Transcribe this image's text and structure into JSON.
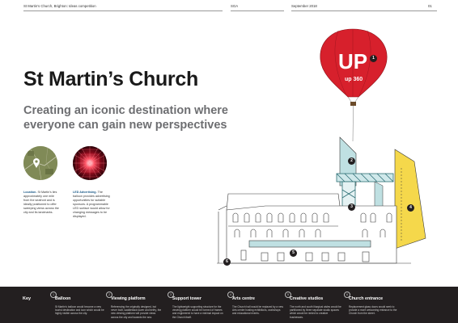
{
  "header": {
    "left": "St Martin's Church, Brighton: Ideas competition",
    "middle": "SGA",
    "right": "September 2018",
    "page": "01"
  },
  "title": "St Martin’s Church",
  "subtitle": "Creating an iconic destination where everyone can gain new perspectives",
  "captions": [
    {
      "label": "Location",
      "text": "St Martin's lies approximately one mile from the seafront and is ideally positioned to offer sweeping views across the city and its landmarks."
    },
    {
      "label": "LED Advertising",
      "text": "The balloon provides advertising opportunities for suitable sponsors. A programmable LED surface would allow for changing messages to be displayed."
    }
  ],
  "balloon": {
    "logo": "UP",
    "sublogo": "up 360"
  },
  "markers": [
    "1",
    "2",
    "3",
    "4",
    "5",
    "6"
  ],
  "colors": {
    "balloon": "#d7202c",
    "teal": "#bfe0e2",
    "yellow": "#f5d84b",
    "footer": "#231f20",
    "caption_label": "#1b5a88"
  },
  "footer": {
    "key": "Key",
    "items": [
      {
        "num": "1",
        "title": "Balloon",
        "text": "St Martin's balloon would become a new tourist destination and icon which would be highly visible across the city."
      },
      {
        "num": "2",
        "title": "Viewing platform",
        "text": "Referencing the originally designed, but never built, saddleback tower and belfry, the new viewing platform will provide views across the city and towards the sea."
      },
      {
        "num": "3",
        "title": "Support tower",
        "text": "The lightweight supporting structure for the viewing platform would be formed of frames and engineered to have a minimal impact on the Church itself."
      },
      {
        "num": "4",
        "title": "Arts centre",
        "text": "The Church hall would be replaced by a new Arts centre hosting exhibitions, workshops and educational events."
      },
      {
        "num": "5",
        "title": "Creative studios",
        "text": "The north and south liturgical aisles would be partitioned by three separate studio spaces which would be rented to creative businesses."
      },
      {
        "num": "6",
        "title": "Church entrance",
        "text": "Replacement glass doors would seek to provide a more welcoming entrance to the Church from the street."
      }
    ]
  }
}
